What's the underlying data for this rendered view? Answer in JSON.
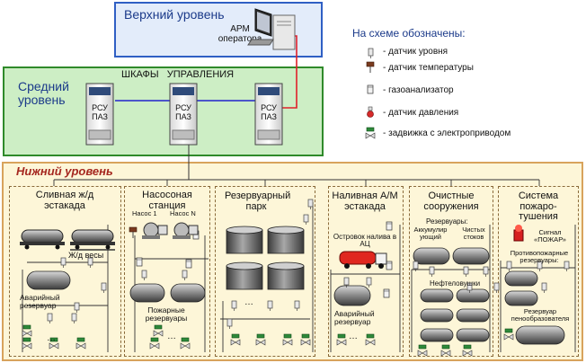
{
  "levels": {
    "top": "Верхний уровень",
    "middle": "Средний уровень",
    "bottom": "Нижний уровень"
  },
  "arm": "АРМ оператора",
  "cabinets_title": "ШКАФЫ   УПРАВЛЕНИЯ",
  "cabinet_label": "РСУ ПАЗ",
  "legend": {
    "title": "На схеме обозначены:",
    "items": [
      {
        "icon": "level-sensor-icon",
        "label": "- датчик уровня"
      },
      {
        "icon": "temperature-sensor-icon",
        "label": "- датчик температуры"
      },
      {
        "icon": "gas-analyzer-icon",
        "label": "- газоанализатор"
      },
      {
        "icon": "pressure-sensor-icon",
        "label": "- датчик давления"
      },
      {
        "icon": "motor-valve-icon",
        "label": "- задвижка с электроприводом"
      }
    ]
  },
  "sections": {
    "rail": {
      "title": "Сливная ж/д эстакада",
      "scales": "Ж/д весы",
      "emergency": "Аварийный резервуар",
      "dots": "…"
    },
    "pump": {
      "title": "Насосоная станция",
      "pump1": "Насос 1",
      "pumpN": "Насос N",
      "fire_tanks": "Пожарные резервуары",
      "dots": "…"
    },
    "tank_park": {
      "title": "Резервуарный парк",
      "dots": "…"
    },
    "filling": {
      "title": "Наливная А/М эстакада",
      "island": "Островок налива в АЦ",
      "emergency": "Аварийный резервуар",
      "dots": "…"
    },
    "treatment": {
      "title": "Очистные сооружения",
      "tanks": "Резервуары:",
      "accum": "Аккумулир ующий",
      "clean": "Чистых стоков",
      "oil_traps": "Нефтеловушки"
    },
    "fire": {
      "title": "Система пожаро- тушения",
      "signal": "Сигнал «ПОЖАР»",
      "fire_tanks": "Противопожарные резервуары:",
      "foam": "Резервуар пенообразователя"
    }
  },
  "colors": {
    "top_fill": "#e3ecfa",
    "top_border": "#2f5fc4",
    "middle_fill": "#cdeec5",
    "middle_border": "#2f8a2a",
    "bottom_fill": "#fdf6d8",
    "bottom_border": "#d8a35c",
    "link_blue": "#2222cc",
    "link_red": "#e0202a"
  }
}
